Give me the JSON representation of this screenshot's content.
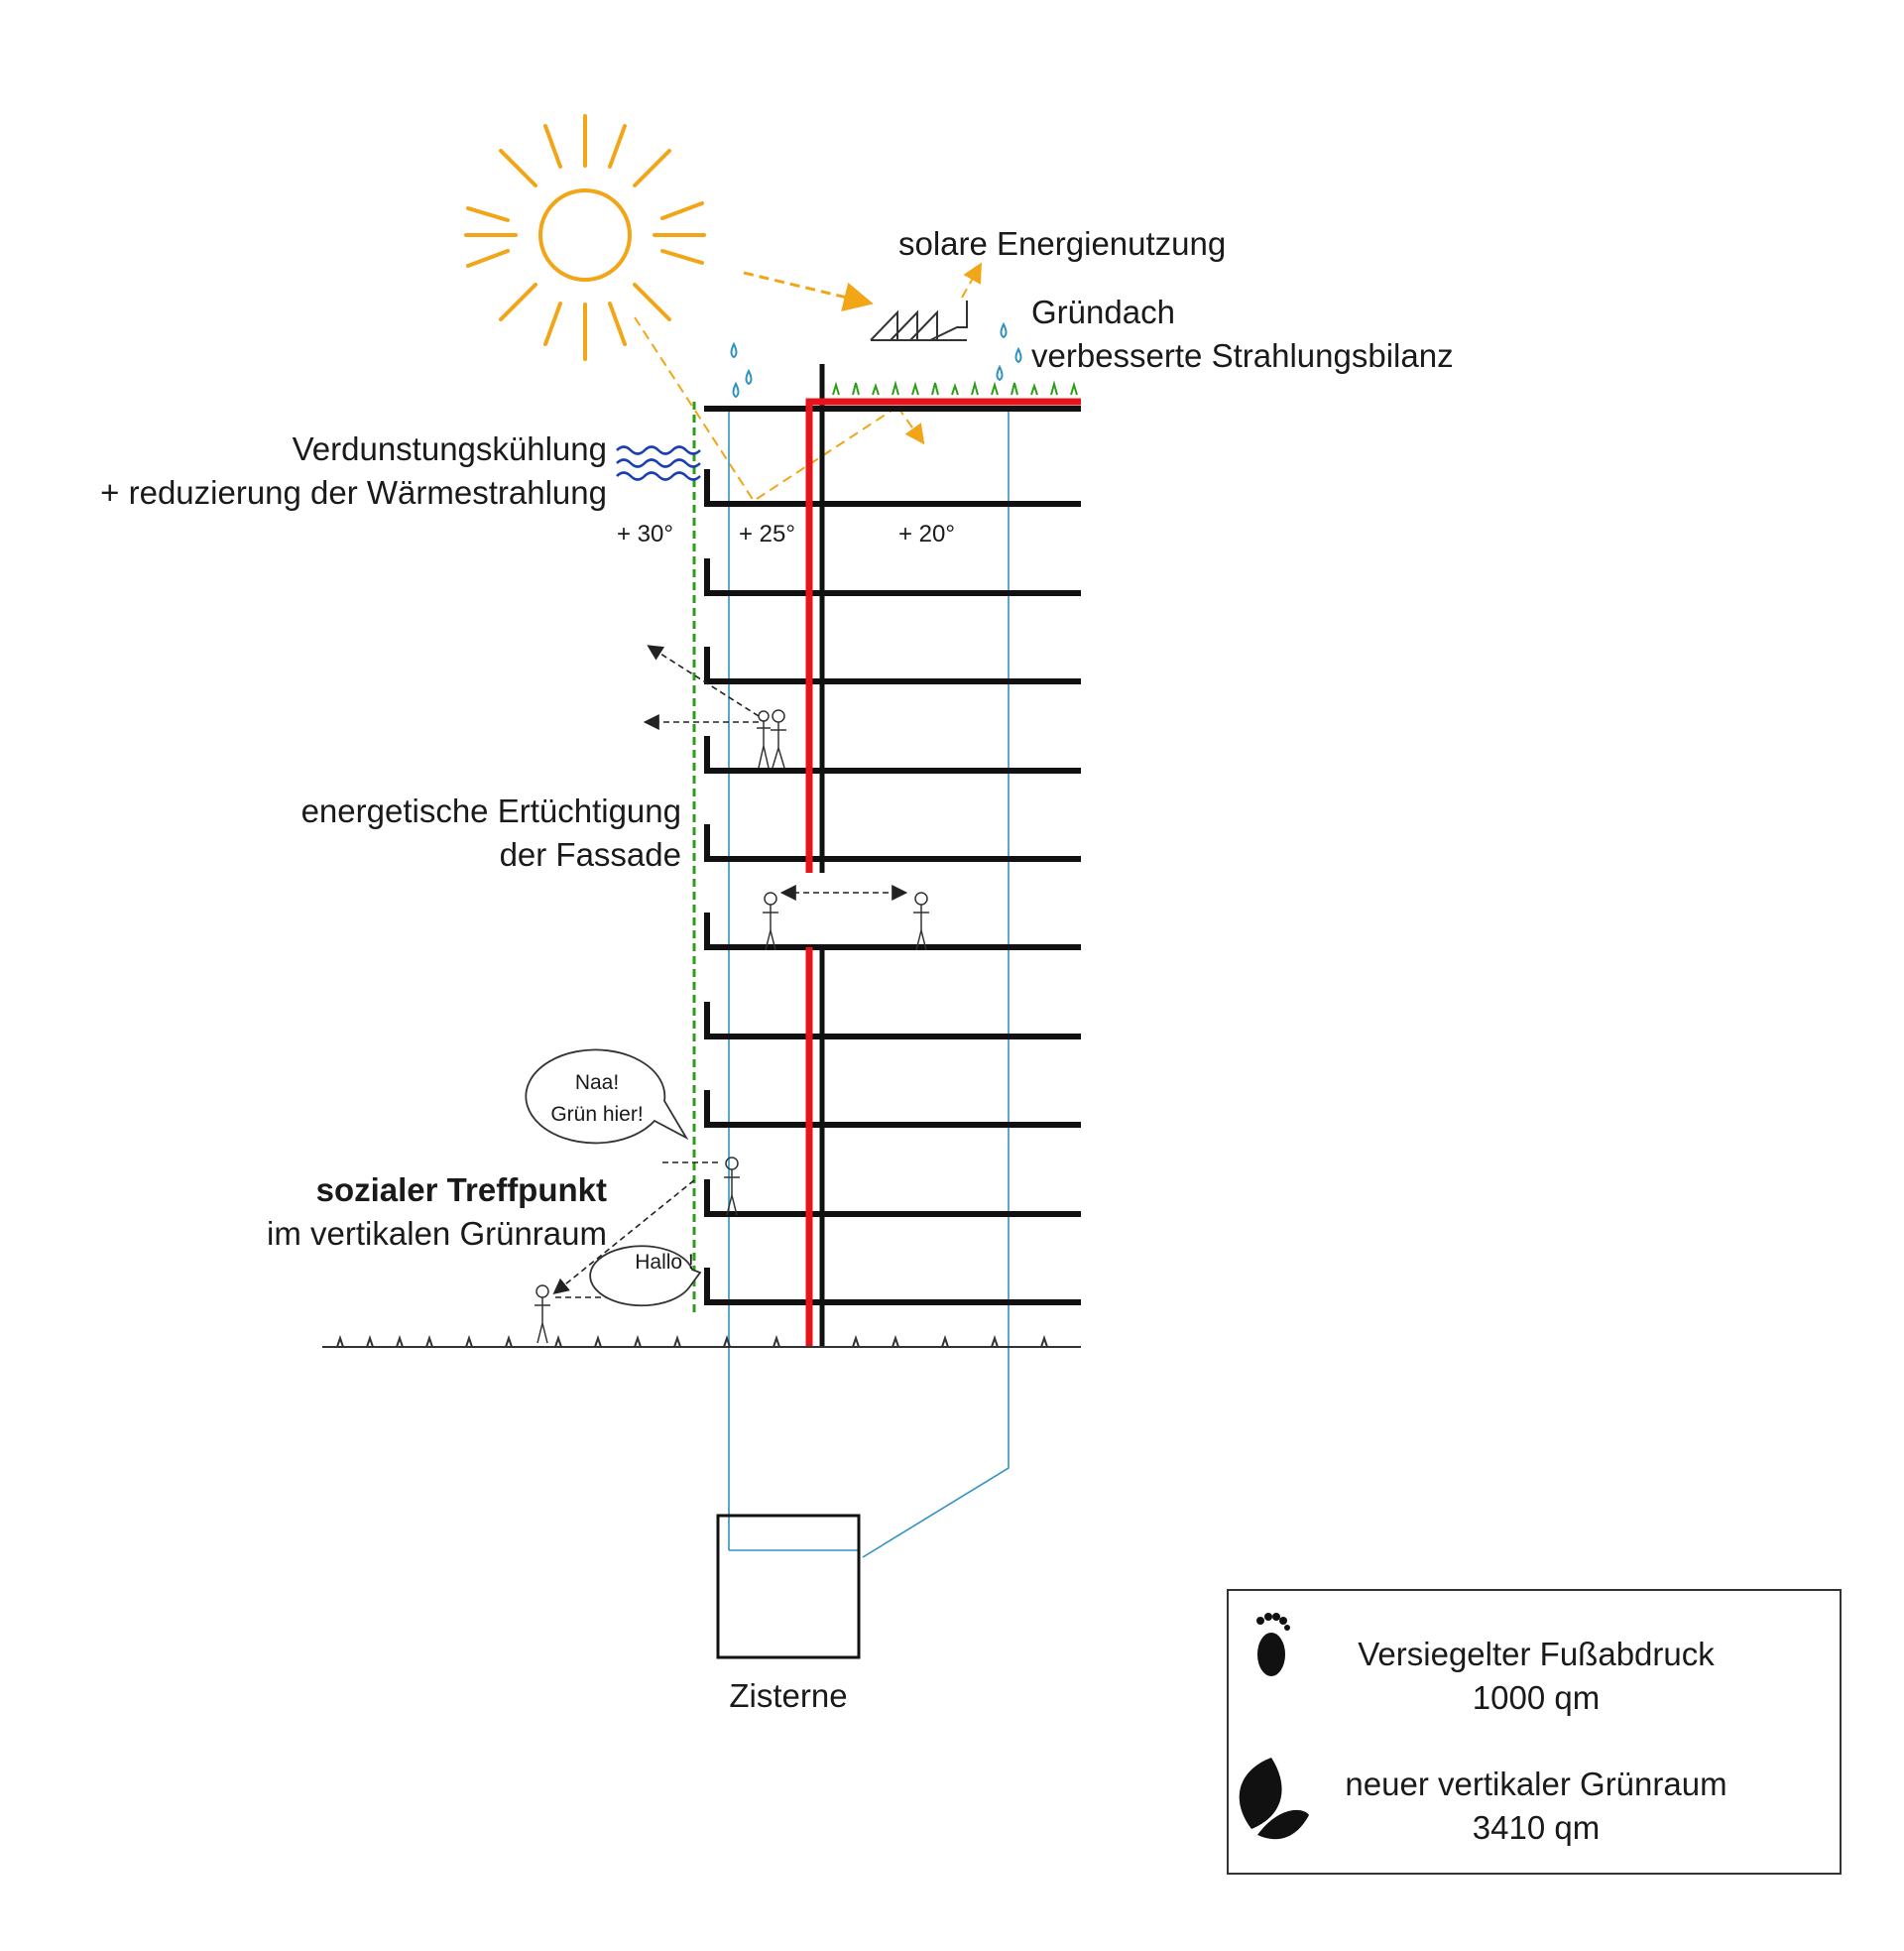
{
  "labels": {
    "solar": "solare Energienutzung",
    "green_roof_1": "Gründach",
    "green_roof_2": "verbesserte Strahlungsbilanz",
    "evap_1": "Verdunstungskühlung",
    "evap_2": "+ reduzierung der Wärmestrahlung",
    "facade_1": "energetische Ertüchtigung",
    "facade_2": "der Fassade",
    "social_1": "sozialer Treffpunkt",
    "social_2": "im vertikalen Grünraum",
    "cistern": "Zisterne"
  },
  "temperatures": [
    "+ 30°",
    "+ 25°",
    "+ 20°"
  ],
  "speech_bubbles": {
    "upper_line1": "Naa!",
    "upper_line2": "Grün hier!",
    "lower": "Hallo !"
  },
  "legend": {
    "footprint_title": "Versiegelter Fußabdruck",
    "footprint_value": "1000 qm",
    "green_title": "neuer vertikaler Grünraum",
    "green_value": "3410 qm"
  },
  "colors": {
    "sun": "#f2a516",
    "structure": "#111111",
    "insulation": "#e8141c",
    "greenery": "#2e9e1a",
    "water": "#2f93c4",
    "wave": "#1a3fb0",
    "arrow": "#333333"
  },
  "icons": [
    "sun-icon",
    "solar-panel-icon",
    "water-drop-icon",
    "wave-icon",
    "person-icon",
    "footprint-icon",
    "leaf-icon",
    "cistern-icon"
  ]
}
